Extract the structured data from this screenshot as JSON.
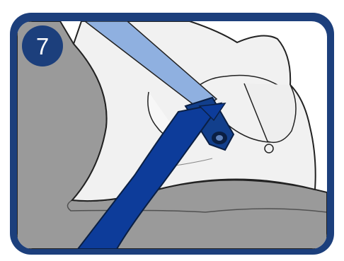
{
  "step": {
    "number": "7"
  },
  "colors": {
    "frame": "#1c3f7c",
    "belt_light": "#8fb0e0",
    "belt_dark": "#0d3c9a",
    "seat_shell": "#f1f1f1",
    "vehicle_seat": "#9a9a9a",
    "outline": "#222222"
  },
  "illustration": {
    "subject": "child-seat-belt-routing",
    "parts": [
      "vehicle-seat",
      "child-seat-shell",
      "shoulder-belt",
      "lap-belt",
      "belt-lock-clip"
    ]
  }
}
